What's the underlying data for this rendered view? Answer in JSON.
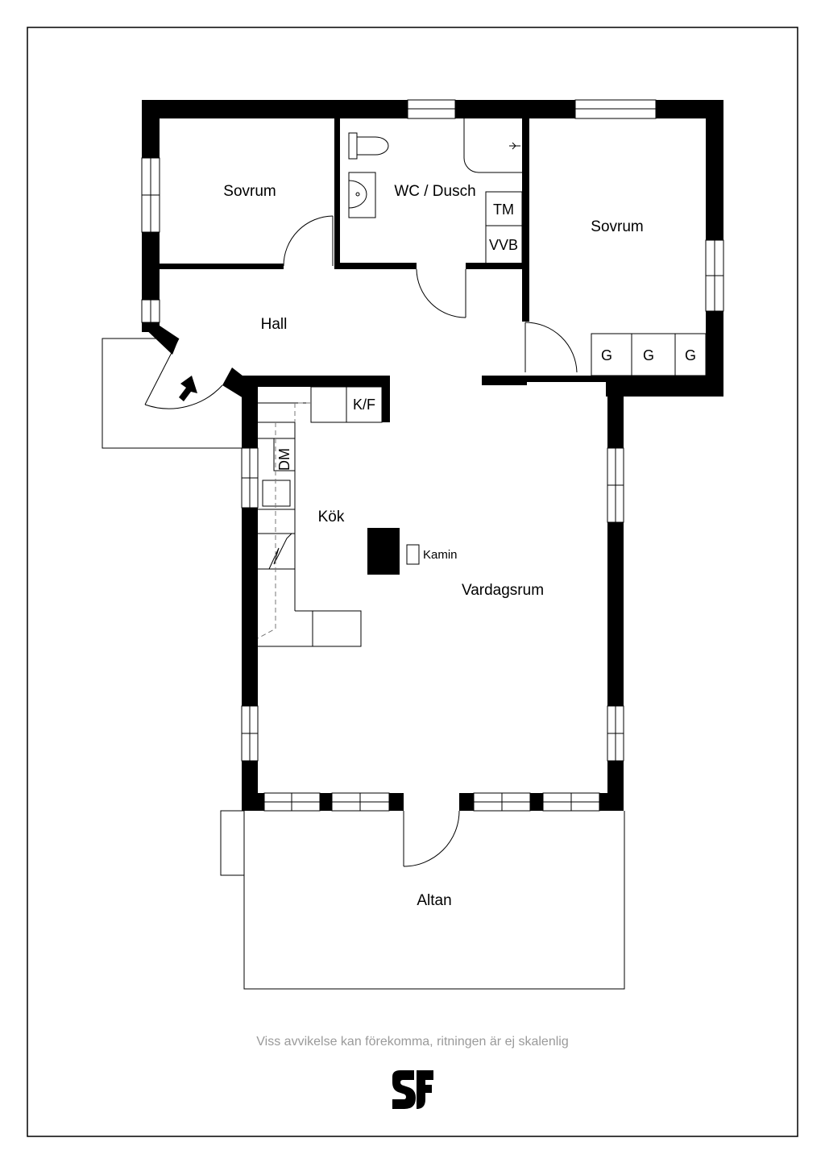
{
  "rooms": {
    "sovrum_left": "Sovrum",
    "wc_dusch": "WC / Dusch",
    "sovrum_right": "Sovrum",
    "hall": "Hall",
    "kok": "Kök",
    "vardagsrum": "Vardagsrum",
    "altan": "Altan"
  },
  "fixtures": {
    "tm": "TM",
    "vvb": "VVB",
    "wardrobe": [
      "G",
      "G",
      "G"
    ],
    "kf": "K/F",
    "dm": "DM",
    "kamin": "Kamin"
  },
  "footer": {
    "disclaimer": "Viss avvikelse kan förekomma, ritningen är ej skalenlig"
  },
  "logo": {
    "name": "sf-logo-icon"
  }
}
